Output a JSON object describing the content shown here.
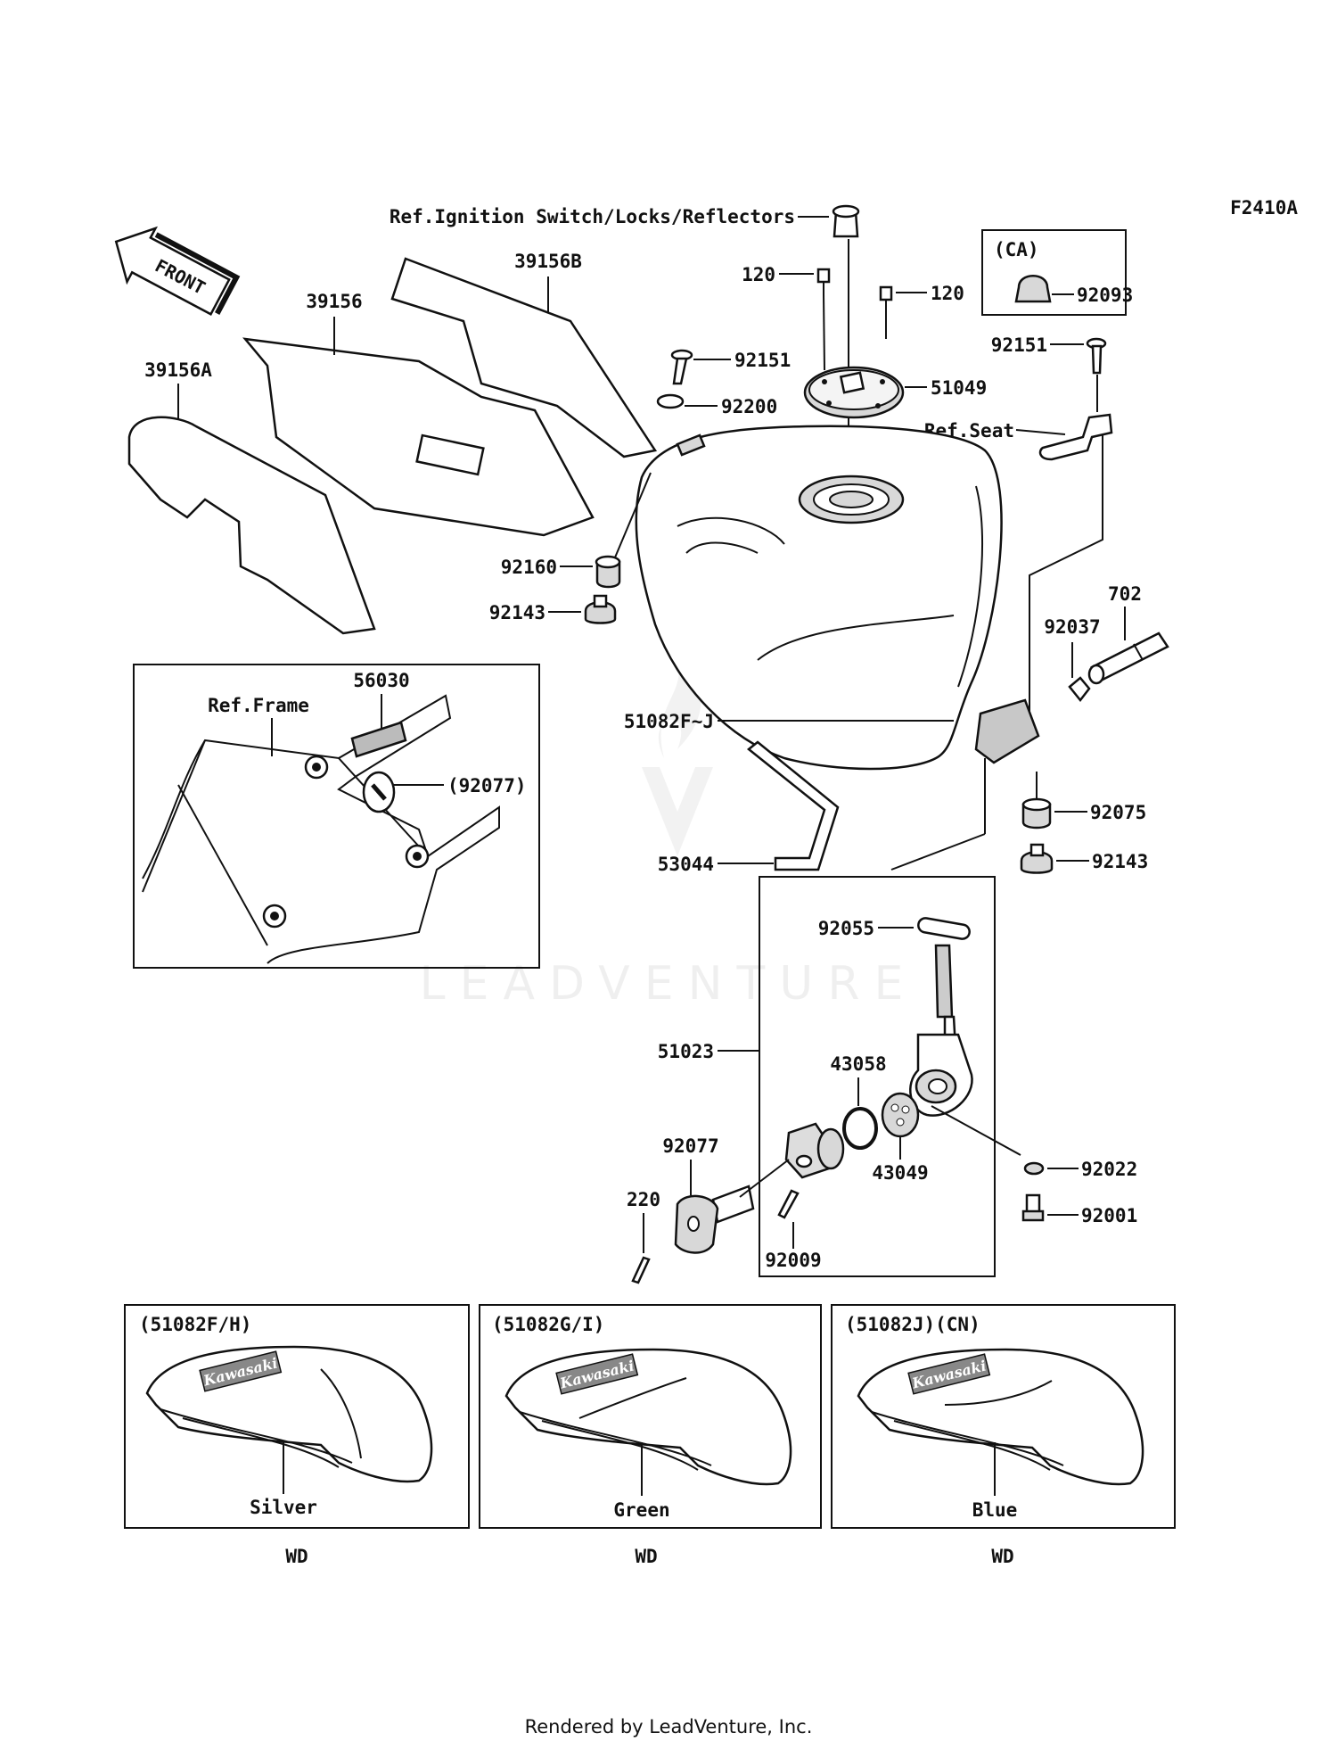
{
  "diagram_code": "F2410A",
  "labels": {
    "ref_ignition": "Ref.Ignition Switch/Locks/Reflectors",
    "p120_a": "120",
    "p120_b": "120",
    "p39156b": "39156B",
    "p39156": "39156",
    "p39156a": "39156A",
    "p92151_a": "92151",
    "p92200": "92200",
    "p51049": "51049",
    "p92151_b": "92151",
    "ref_seat": "Ref.Seat",
    "ca": "(CA)",
    "p92093": "92093",
    "p92160": "92160",
    "p92143_a": "92143",
    "p702": "702",
    "p92037": "92037",
    "p56030": "56030",
    "ref_frame": "Ref.Frame",
    "p92077_paren": "(92077)",
    "p51082fj": "51082F~J",
    "p92075": "92075",
    "p92143_b": "92143",
    "p53044": "53044",
    "p92055": "92055",
    "p51023": "51023",
    "p43058": "43058",
    "p43049": "43049",
    "p92022": "92022",
    "p92001": "92001",
    "p92077": "92077",
    "p220": "220",
    "p92009": "92009"
  },
  "variants": [
    {
      "code": "(51082F/H)",
      "color": "Silver",
      "note": "WD",
      "logo": "Kawasaki"
    },
    {
      "code": "(51082G/I)",
      "color": "Green",
      "note": "WD",
      "logo": "Kawasaki"
    },
    {
      "code": "(51082J)(CN)",
      "color": "Blue",
      "note": "WD",
      "logo": "Kawasaki"
    }
  ],
  "front_arrow": "FRONT",
  "watermark": "LEADVENTURE",
  "footer": "Rendered by LeadVenture, Inc."
}
